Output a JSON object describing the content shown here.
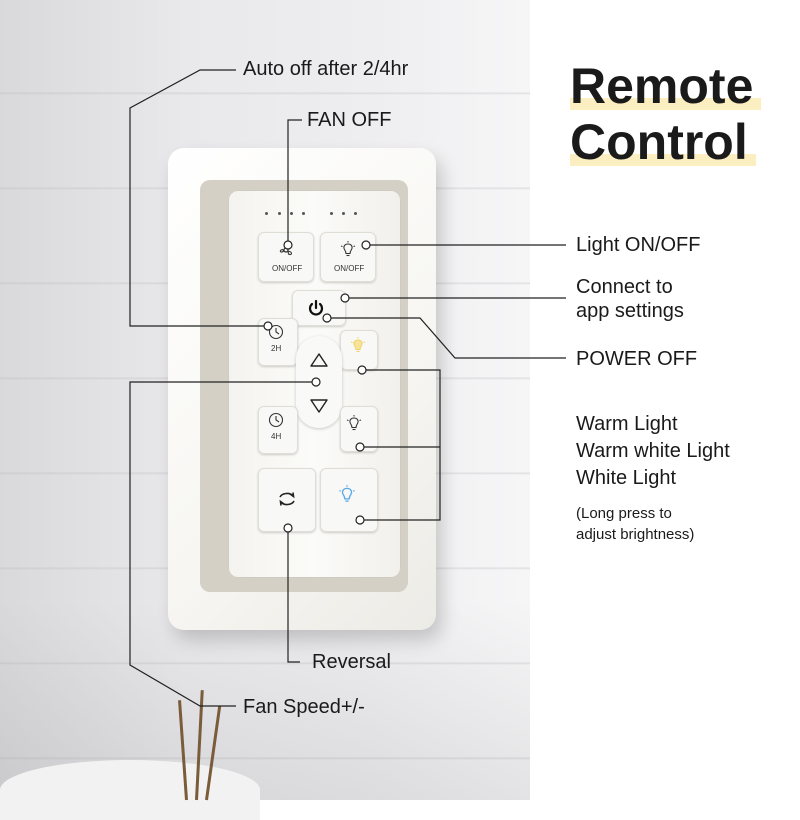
{
  "title": {
    "line1": "Remote",
    "line2": "Control"
  },
  "callouts": {
    "auto_off": "Auto off after 2/4hr",
    "fan_off": "FAN OFF",
    "light_onoff": "Light ON/OFF",
    "connect_line1": "Connect to",
    "connect_line2": "app settings",
    "power_off": "POWER OFF",
    "warm_light": "Warm Light",
    "warm_white_light": "Warm white Light",
    "white_light": "White Light",
    "note_line1": "(Long press to",
    "note_line2": "adjust brightness)",
    "reversal": "Reversal",
    "fan_speed": "Fan Speed+/-"
  },
  "remote_keys": {
    "fan_onoff": "ON/OFF",
    "light_onoff": "ON/OFF",
    "timer_2h": "2H",
    "timer_4h": "4H"
  },
  "colors": {
    "highlight": "#fbeec1",
    "text": "#1a1a1a",
    "warm_bulb": "#f1d36b",
    "white_bulb": "#5aa9e6"
  }
}
